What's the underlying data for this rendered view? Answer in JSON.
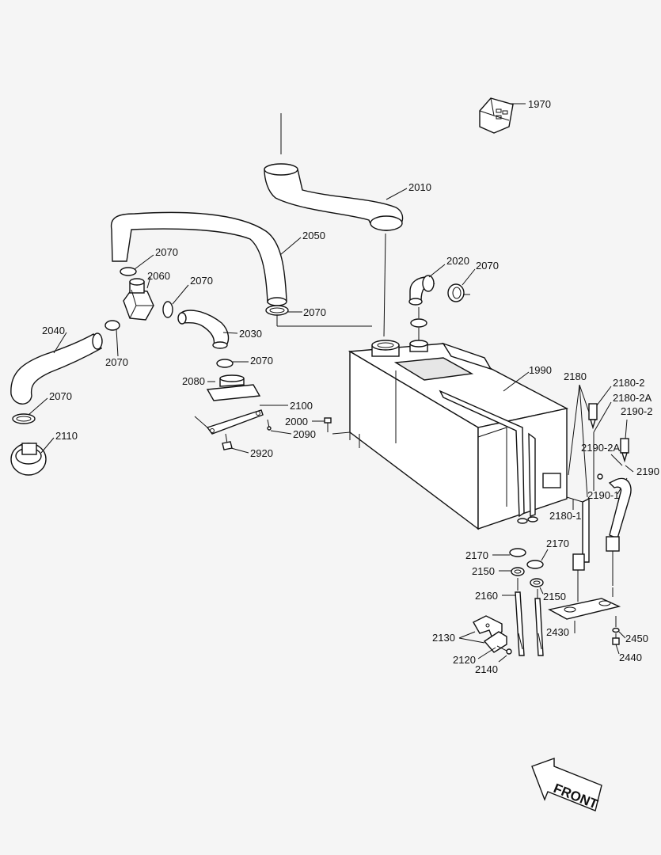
{
  "part_numbers": [
    "1970",
    "2010",
    "2070",
    "2050",
    "2060",
    "2070",
    "2020",
    "2070",
    "2040",
    "2070",
    "2030",
    "2070",
    "2070",
    "1990",
    "2180",
    "2180-2",
    "2180-2A",
    "2190-2",
    "2080",
    "2100",
    "2070",
    "2000",
    "2090",
    "2110",
    "2920",
    "2190-2A",
    "2190",
    "2190-1",
    "2180-1",
    "2170",
    "2170",
    "2150",
    "2150",
    "2160",
    "2430",
    "2450",
    "2130",
    "2120",
    "2140",
    "2440"
  ],
  "front_label": "FRONT",
  "colors": {
    "background": "#f5f5f5",
    "line": "#111111",
    "shade": "#e6e6e6"
  }
}
